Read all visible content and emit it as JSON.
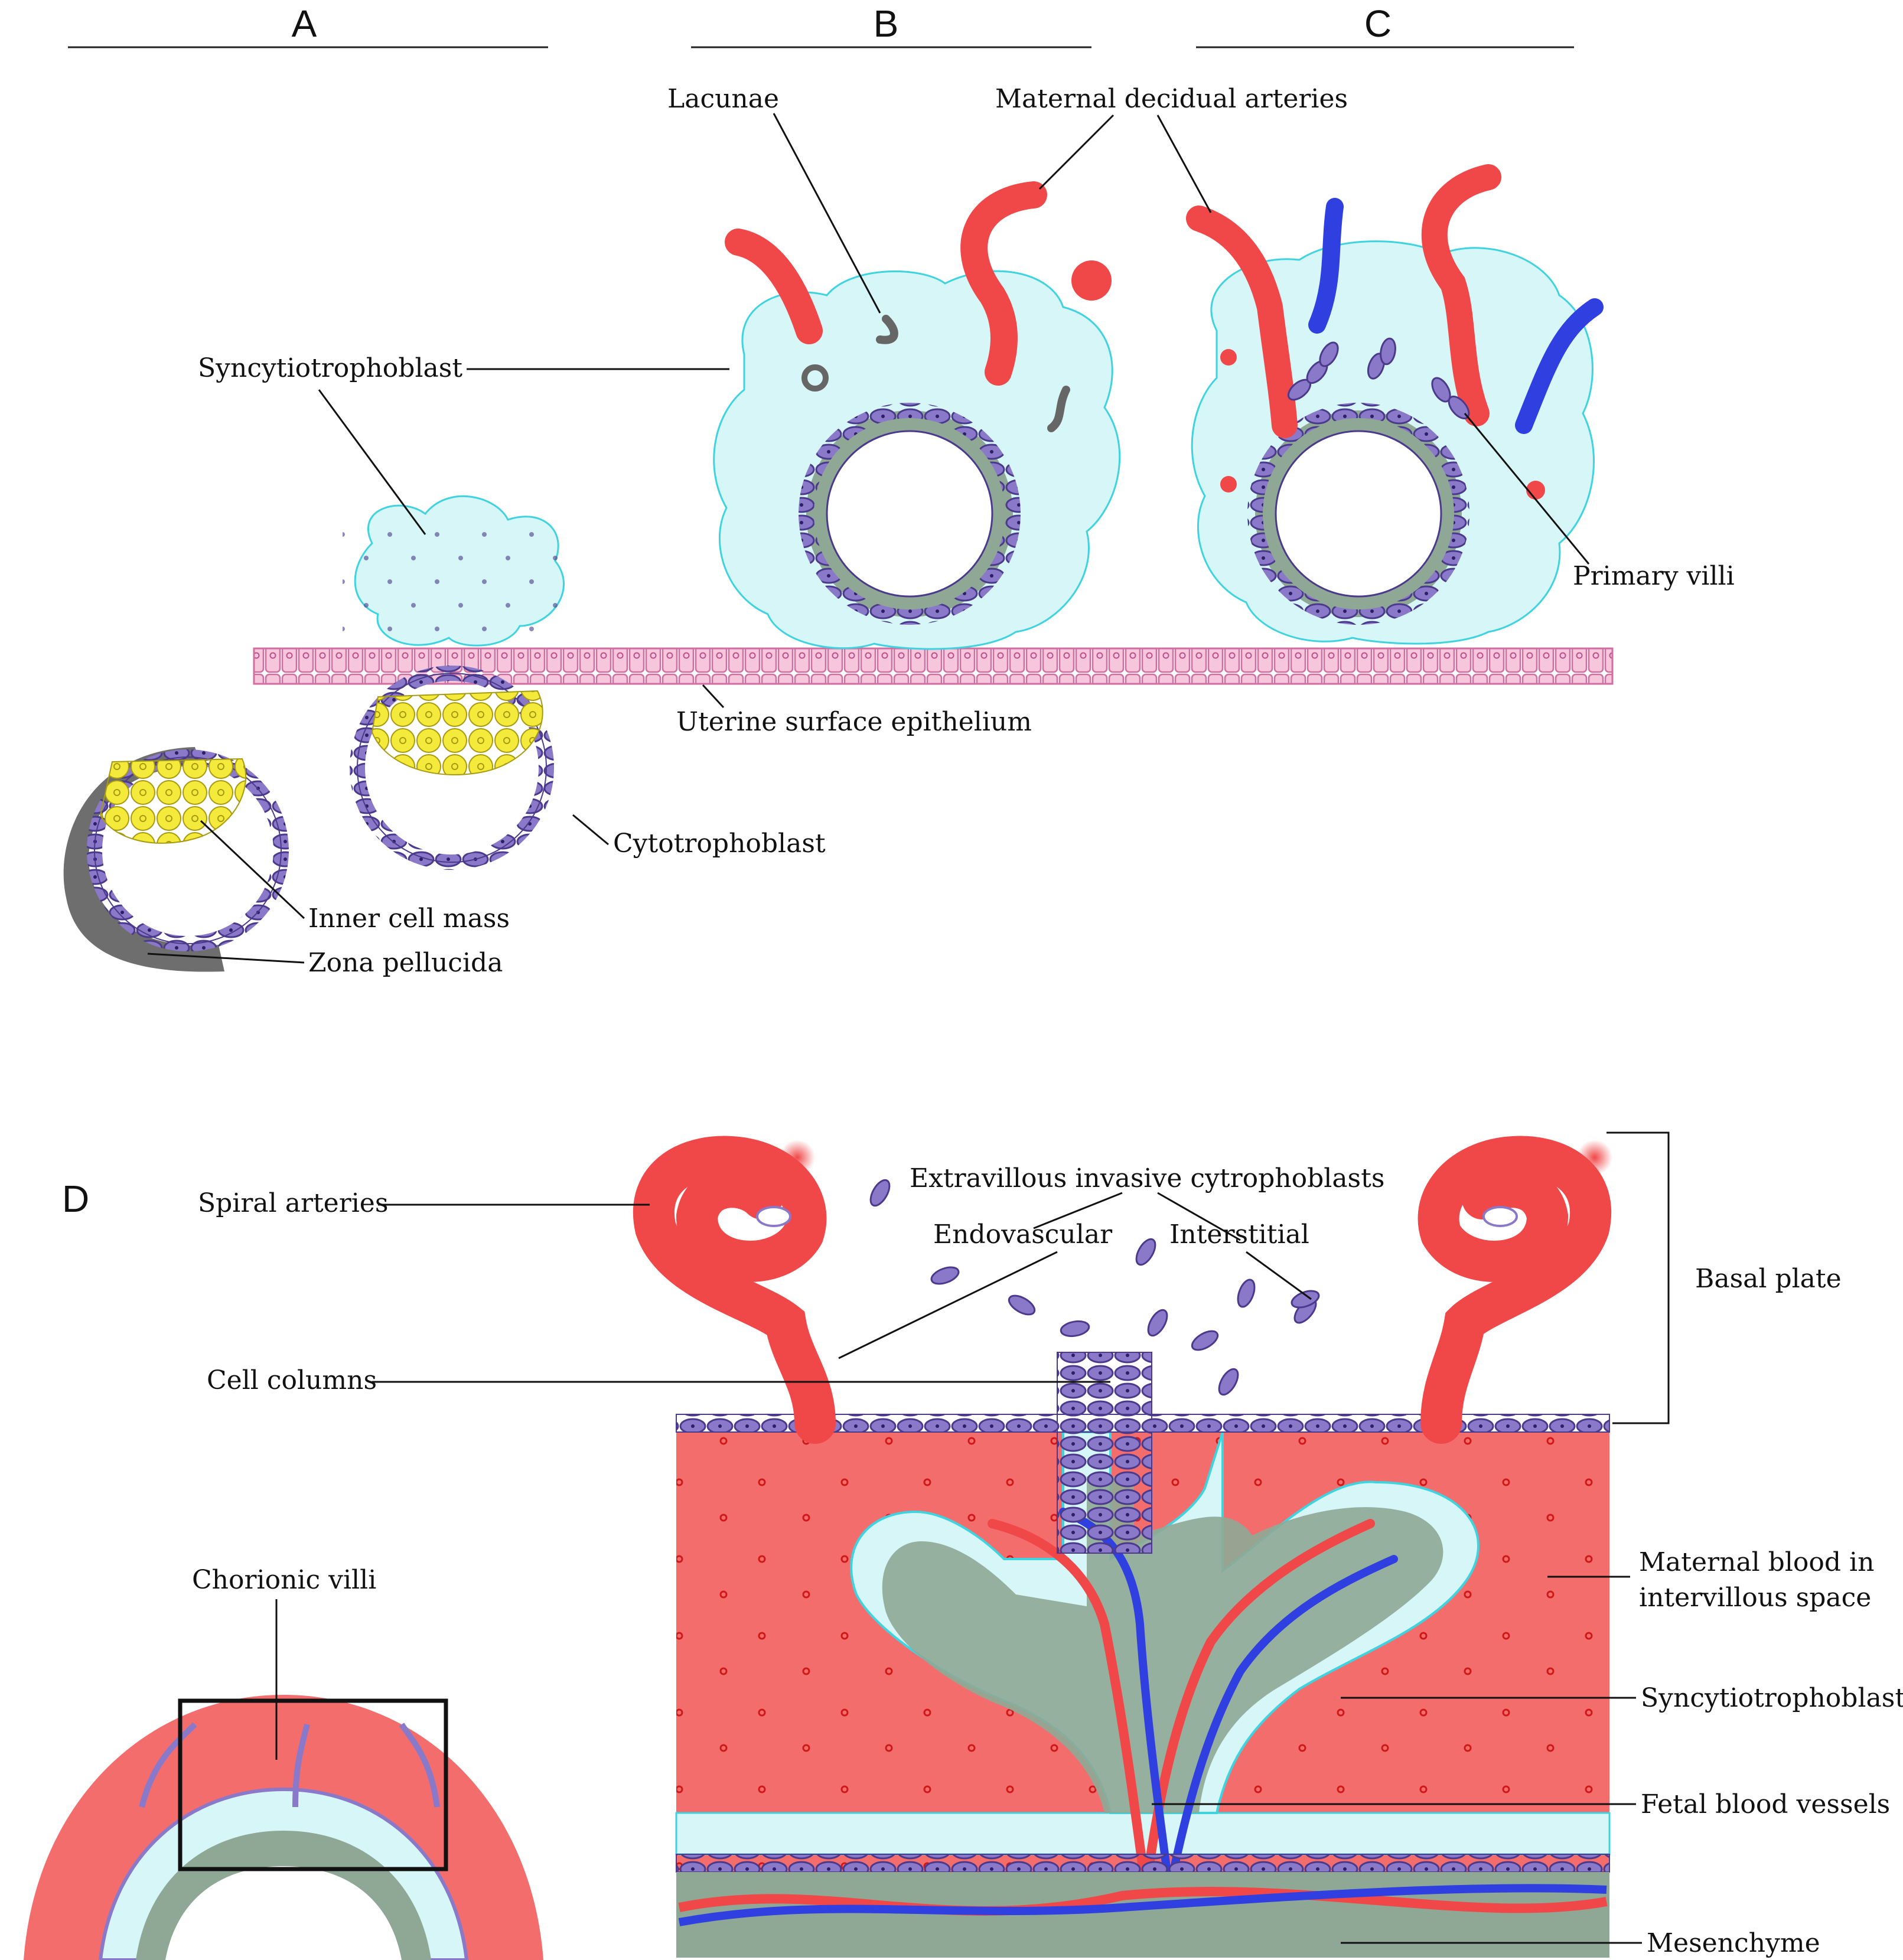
{
  "panels": {
    "a": "A",
    "b": "B",
    "c": "C",
    "d": "D"
  },
  "labels": {
    "lacunae": "Lacunae",
    "maternal_decidual_arteries": "Maternal decidual arteries",
    "syncytiotrophoblast_top": "Syncytiotrophoblast",
    "primary_villi": "Primary villi",
    "uterine_surface_epithelium": "Uterine surface epithelium",
    "cytotrophoblast": "Cytotrophoblast",
    "inner_cell_mass": "Inner cell mass",
    "zona_pellucida": "Zona pellucida",
    "spiral_arteries": "Spiral arteries",
    "extravillous": "Extravillous invasive cytrophoblasts",
    "endovascular": "Endovascular",
    "interstitial": "Interstitial",
    "cell_columns": "Cell columns",
    "basal_plate": "Basal plate",
    "chorionic_villi": "Chorionic villi",
    "maternal_blood_line1": "Maternal blood in",
    "maternal_blood_line2": "intervillous space",
    "syncytiotrophoblast_bottom": "Syncytiotrophoblast",
    "fetal_blood_vessels": "Fetal blood vessels",
    "mesenchyme": "Mesenchyme"
  },
  "colors": {
    "syncytio_fill": "#d6f6f8",
    "syncytio_stroke": "#3fd3e0",
    "cyto_cell": "#8a78c8",
    "cyto_stroke": "#4b3a8c",
    "mesenchyme": "#8fa896",
    "maternal_artery": "#f04848",
    "maternal_blood": "#f46d6d",
    "fetal_vein": "#3040e0",
    "inner_cell_mass": "#f4ea3c",
    "epithelium_fill": "#f6c6dc",
    "epithelium_stroke": "#d06ea0",
    "zona": "#6e6e6e"
  }
}
